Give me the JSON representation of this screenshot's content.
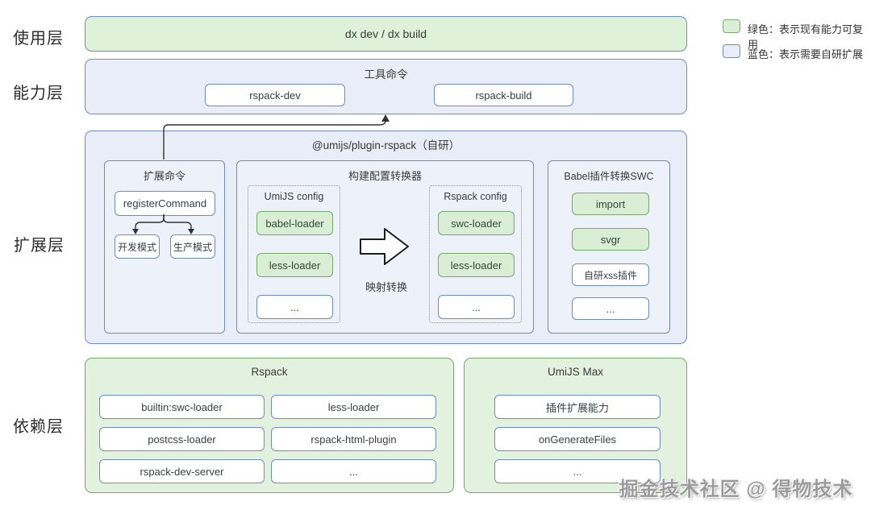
{
  "layers": {
    "usage": "使用层",
    "capability": "能力层",
    "extension": "扩展层",
    "dependency": "依赖层"
  },
  "legend": {
    "green_label": "绿色：表示现有能力可复用",
    "blue_label": "蓝色：表示需要自研扩展"
  },
  "colors": {
    "green_fill": "#d9eed4",
    "green_border": "#77aa6e",
    "blue_fill": "#e9edf8",
    "blue_border": "#6a8cc7"
  },
  "usage_layer": {
    "label": "dx dev / dx build"
  },
  "capability_layer": {
    "title": "工具命令",
    "items": [
      {
        "label": "rspack-dev"
      },
      {
        "label": "rspack-build"
      }
    ]
  },
  "extension_layer": {
    "title": "@umijs/plugin-rspack（自研）",
    "commands": {
      "title": "扩展命令",
      "root": "registerCommand",
      "children": [
        {
          "label": "开发模式"
        },
        {
          "label": "生产模式"
        }
      ]
    },
    "transformer": {
      "title": "构建配置转换器",
      "arrow_label": "映射转换",
      "source": {
        "title": "UmiJS config",
        "items": [
          {
            "label": "babel-loader",
            "type": "green"
          },
          {
            "label": "less-loader",
            "type": "green"
          },
          {
            "label": "...",
            "type": "blue"
          }
        ]
      },
      "target": {
        "title": "Rspack config",
        "items": [
          {
            "label": "swc-loader",
            "type": "green"
          },
          {
            "label": "less-loader",
            "type": "green"
          },
          {
            "label": "...",
            "type": "blue"
          }
        ]
      }
    },
    "babel_swc": {
      "title": "Babel插件转换SWC",
      "items": [
        {
          "label": "import",
          "type": "green"
        },
        {
          "label": "svgr",
          "type": "green"
        },
        {
          "label": "自研xss插件",
          "type": "blue"
        },
        {
          "label": "...",
          "type": "blue"
        }
      ]
    }
  },
  "dependency_layer": {
    "rspack": {
      "title": "Rspack",
      "items": [
        {
          "label": "builtin:swc-loader"
        },
        {
          "label": "less-loader"
        },
        {
          "label": "postcss-loader"
        },
        {
          "label": "rspack-html-plugin"
        },
        {
          "label": "rspack-dev-server"
        },
        {
          "label": "..."
        }
      ]
    },
    "umijs_max": {
      "title": "UmiJS Max",
      "items": [
        {
          "label": "插件扩展能力"
        },
        {
          "label": "onGenerateFiles"
        },
        {
          "label": "..."
        }
      ]
    }
  },
  "watermark": "掘金技术社区 @ 得物技术"
}
